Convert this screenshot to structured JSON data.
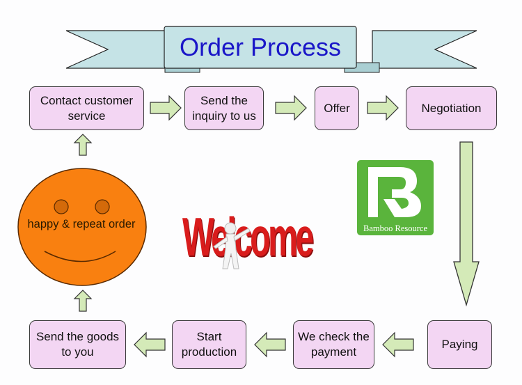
{
  "title": "Order Process",
  "colors": {
    "box_fill": "#f3d6f3",
    "arrow_fill": "#d4eab8",
    "banner_fill": "#c5e3e6",
    "title_text": "#1a16c8",
    "smiley_fill": "#f98010",
    "logo_green": "#5ab43c",
    "welcome_red": "#d91c1c"
  },
  "steps": [
    {
      "label": "Contact customer\nservice"
    },
    {
      "label": "Send the\ninquiry to us"
    },
    {
      "label": "Offer"
    },
    {
      "label": "Negotiation"
    },
    {
      "label": "Paying"
    },
    {
      "label": "We check the\npayment"
    },
    {
      "label": "Start\nproduction"
    },
    {
      "label": "Send the goods\nto you"
    }
  ],
  "smiley": {
    "label": "happy  &  repeat order"
  },
  "welcome": {
    "text": "Welcome"
  },
  "logo": {
    "letters": "RB",
    "name": "Bamboo Resource"
  }
}
